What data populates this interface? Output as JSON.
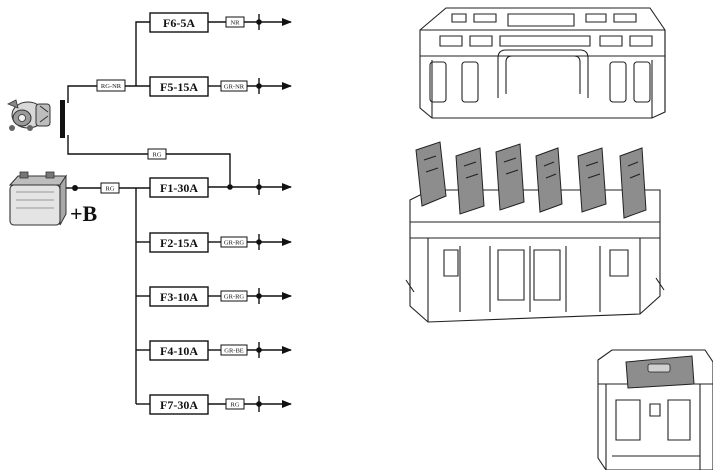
{
  "diagram": {
    "battery_label": "+B",
    "fuses": [
      {
        "id": "F6",
        "label": "F6-5A",
        "wire": "NR"
      },
      {
        "id": "F5",
        "label": "F5-15A",
        "wire": "GR-NR",
        "input_wire": "RG-NR"
      },
      {
        "id": "F1",
        "label": "F1-30A",
        "input_wire": "RG",
        "bridge_wire": "RG"
      },
      {
        "id": "F2",
        "label": "F2-15A",
        "wire": "GR-RG"
      },
      {
        "id": "F3",
        "label": "F3-10A",
        "wire": "GR-RG"
      },
      {
        "id": "F4",
        "label": "F4-10A",
        "wire": "GR-BE"
      },
      {
        "id": "F7",
        "label": "F7-30A",
        "wire": "RG"
      }
    ]
  }
}
